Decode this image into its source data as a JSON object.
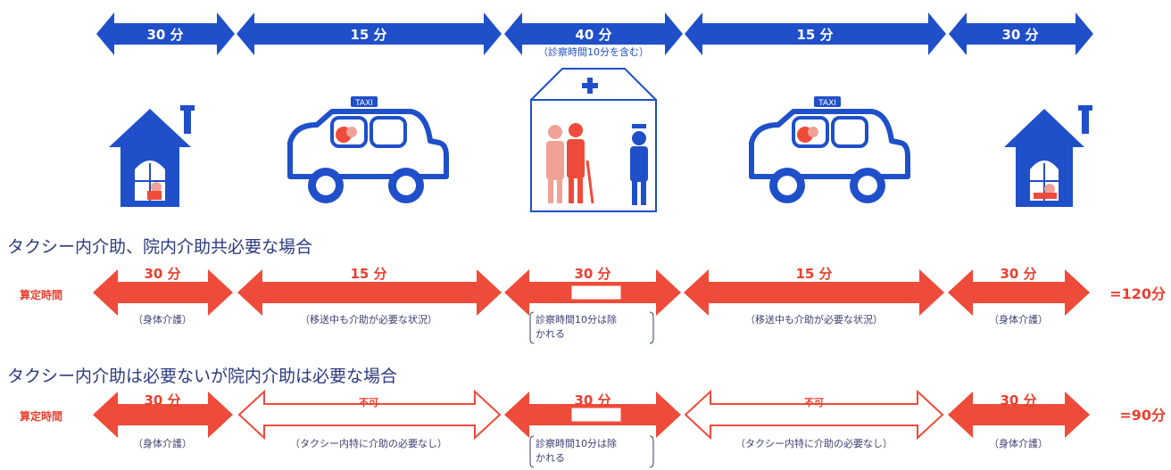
{
  "colors": {
    "blue": "#1f4fc9",
    "red": "#ee4b3a",
    "red_text": "#e8402f",
    "pink": "#f2a196",
    "paren_text": "#3b3f72",
    "heading_text": "#2b3a80"
  },
  "timeline": {
    "seg1": "30 分",
    "seg2": "15 分",
    "seg3": "40 分",
    "seg3_note": "（診察時間10分を含む）",
    "seg4": "15 分",
    "seg5": "30 分"
  },
  "scenes": {
    "taxi_label_left": "TAXI",
    "taxi_label_right": "TAXI"
  },
  "case1": {
    "heading": "タクシー内介助、院内介助共必要な場合",
    "row_label": "算定時間",
    "seg1_time": "30 分",
    "seg1_note": "（身体介護）",
    "seg2_time": "15 分",
    "seg2_note": "（移送中も介助が必要な状況）",
    "seg3_time": "30 分",
    "seg3_note_l1": "診察時間10分は除",
    "seg3_note_l2": "かれる",
    "seg4_time": "15 分",
    "seg4_note": "（移送中も介助が必要な状況）",
    "seg5_time": "30 分",
    "seg5_note": "（身体介護）",
    "total": "=120分"
  },
  "case2": {
    "heading": "タクシー内介助は必要ないが院内介助は必要な場合",
    "row_label": "算定時間",
    "seg1_time": "30 分",
    "seg1_note": "（身体介護）",
    "seg2_time": "不可",
    "seg2_note": "（タクシー内特に介助の必要なし）",
    "seg3_time": "30 分",
    "seg3_note_l1": "診察時間10分は除",
    "seg3_note_l2": "かれる",
    "seg4_time": "不可",
    "seg4_note": "（タクシー内特に介助の必要なし）",
    "seg5_time": "30 分",
    "seg5_note": "（身体介護）",
    "total": "=90分"
  }
}
